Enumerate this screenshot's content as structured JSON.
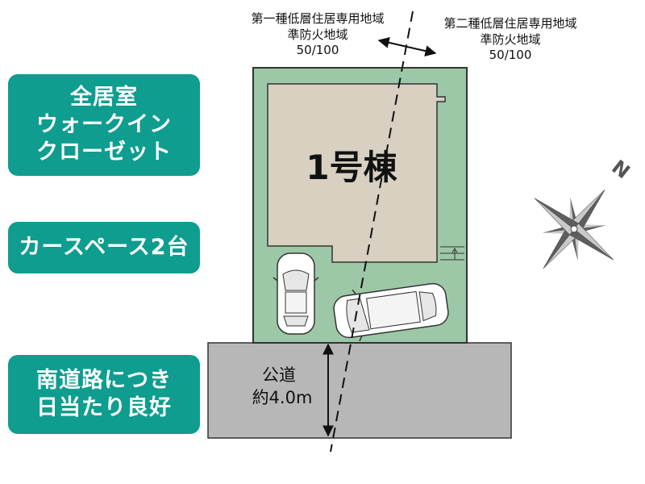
{
  "badges": [
    {
      "lines": [
        "全居室",
        "ウォークイン",
        "クローゼット"
      ]
    },
    {
      "lines": [
        "カースペース2台"
      ]
    },
    {
      "lines": [
        "南道路につき",
        "日当たり良好"
      ]
    }
  ],
  "zones": {
    "left": {
      "name": "第一種低層住居専用地域",
      "fire": "準防火地域",
      "ratio": "50/100"
    },
    "right": {
      "name": "第二種低層住居専用地域",
      "fire": "準防火地域",
      "ratio": "50/100"
    }
  },
  "building": {
    "label": "1号棟"
  },
  "road": {
    "label": "公道",
    "width": "約4.0m"
  },
  "compass": {
    "north": "N"
  },
  "colors": {
    "badge": "#0e9d8e",
    "lot": "#9cc8a7",
    "building": "#d8d0c0",
    "road": "#b7b7b7",
    "compass_dark": "#5e5e5e",
    "compass_light": "#c9c9c9"
  }
}
